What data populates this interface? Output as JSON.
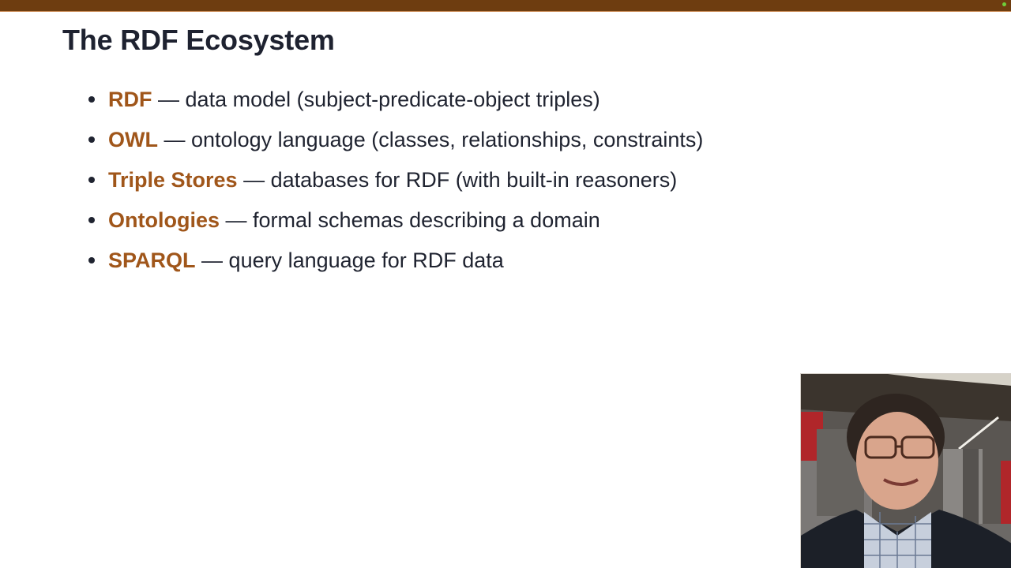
{
  "header": {
    "bar_color": "#6e3d10",
    "status_indicator_color": "#6fcf3a"
  },
  "slide": {
    "title": "The RDF Ecosystem",
    "accent_color": "#a0561a",
    "bullets": [
      {
        "term": "RDF",
        "separator": "—",
        "description": "data model (subject-predicate-object triples)"
      },
      {
        "term": "OWL",
        "separator": "—",
        "description": "ontology language (classes, relationships, constraints)"
      },
      {
        "term": "Triple Stores",
        "separator": "—",
        "description": "databases for RDF (with built-in reasoners)"
      },
      {
        "term": "Ontologies",
        "separator": "—",
        "description": "formal schemas describing a domain"
      },
      {
        "term": "SPARQL",
        "separator": "—",
        "description": "query language for RDF data"
      }
    ]
  },
  "webcam": {
    "label": "presenter-video"
  }
}
